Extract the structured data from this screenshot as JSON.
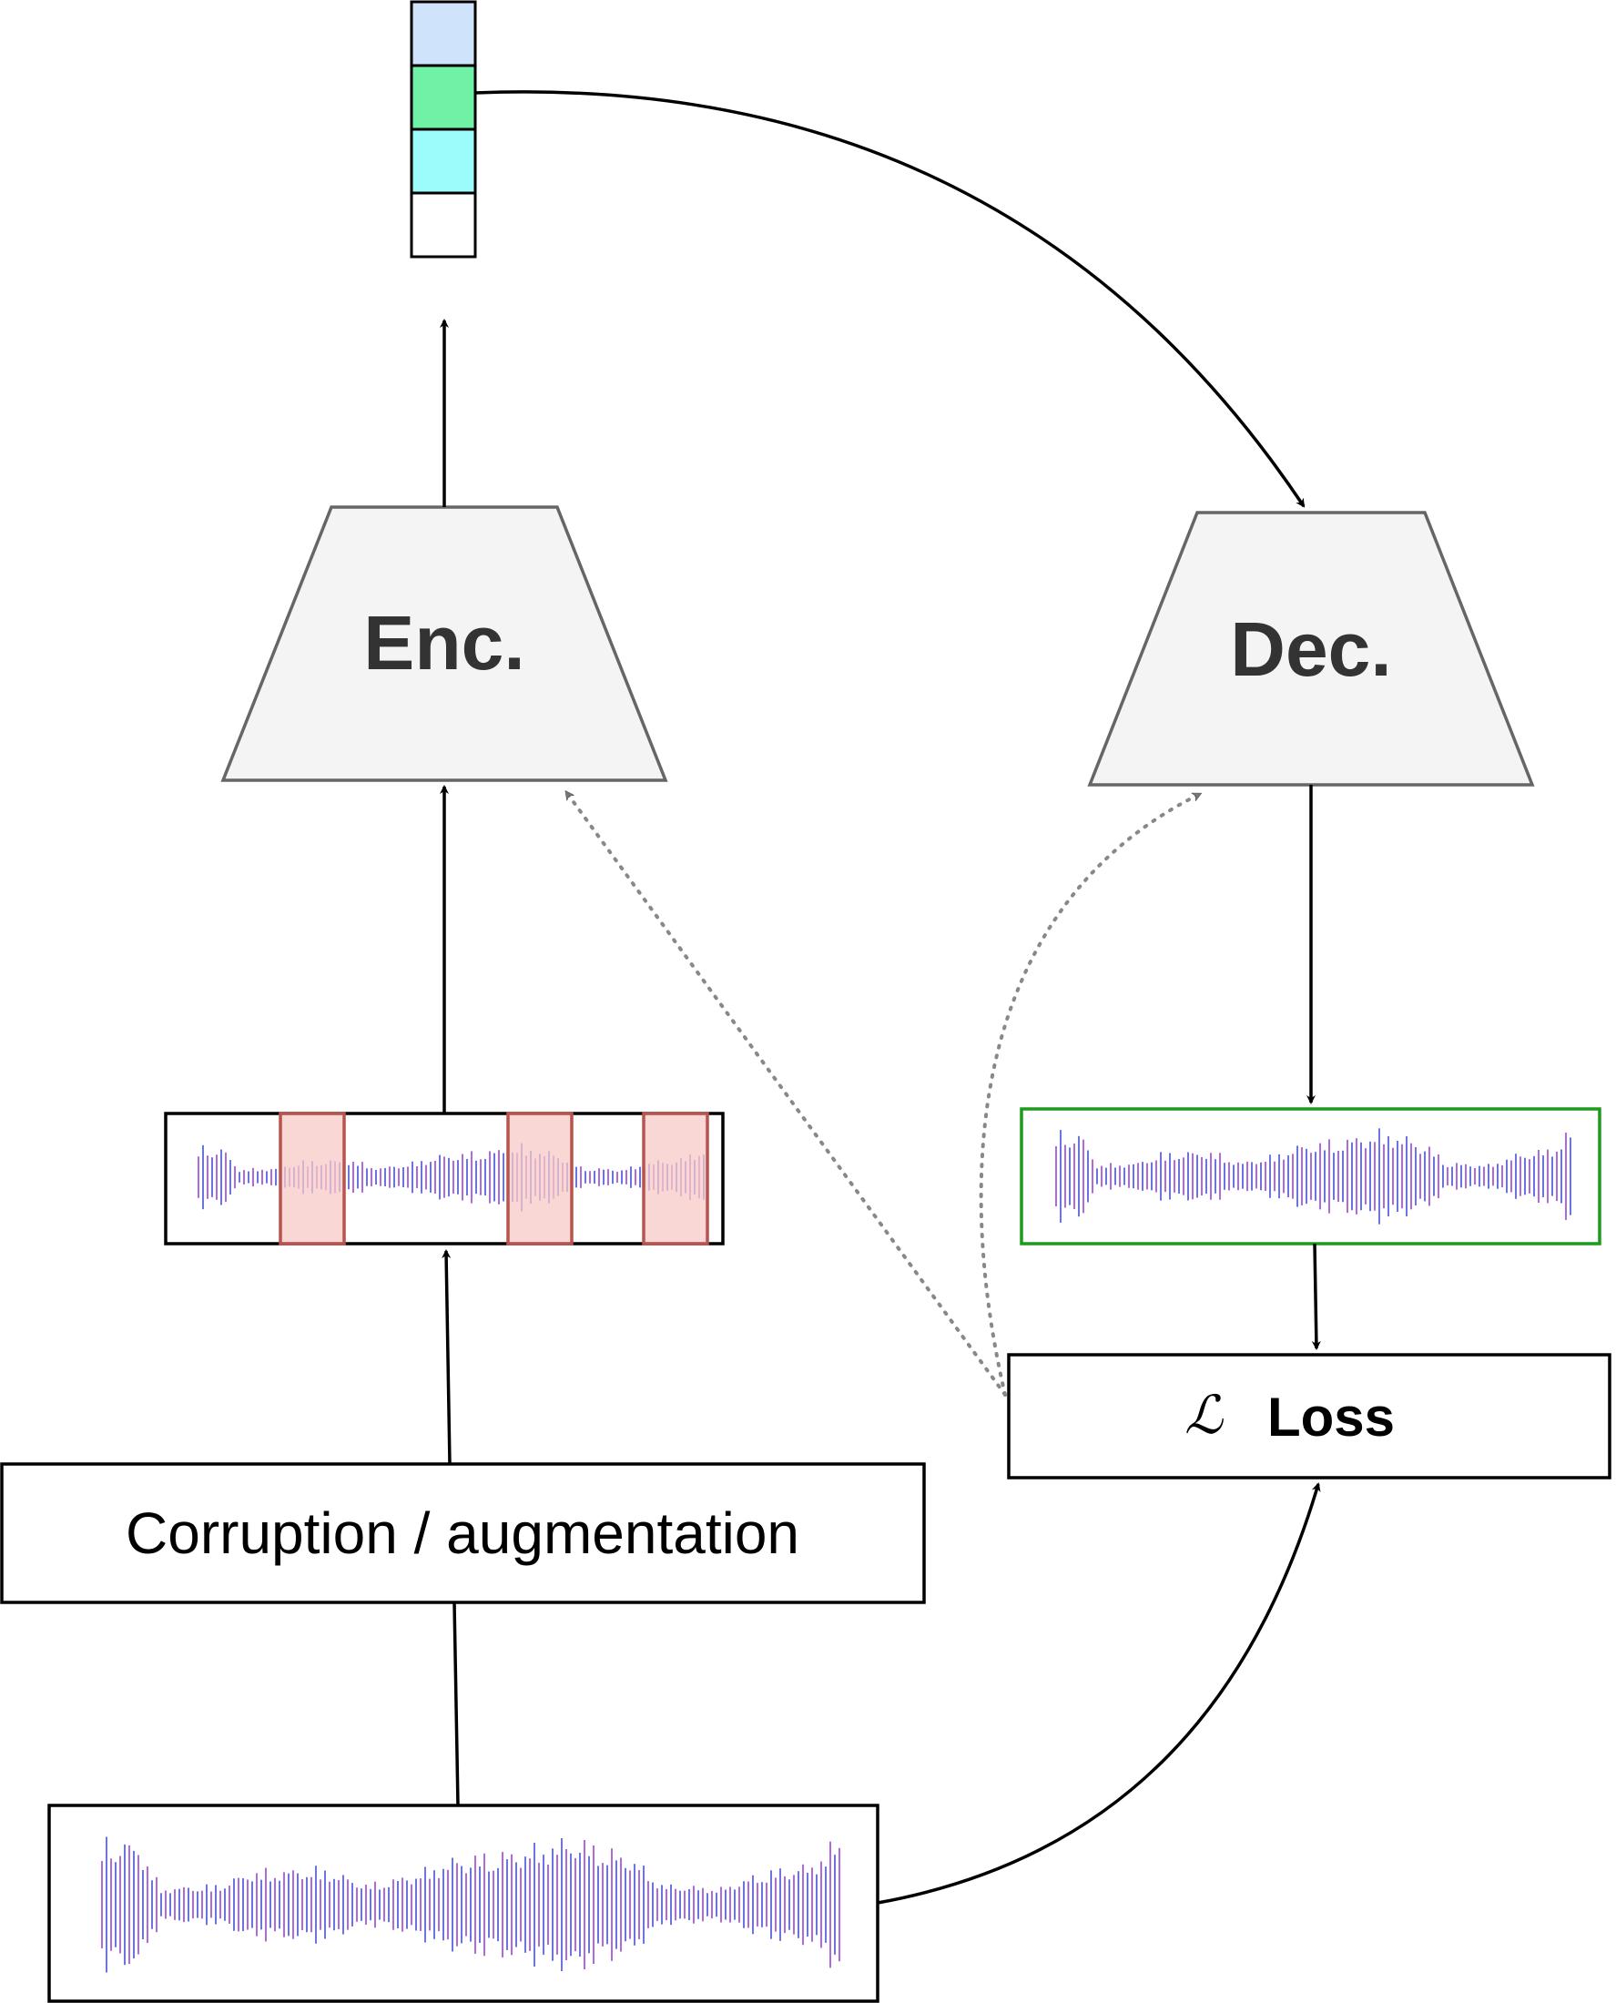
{
  "blocks": {
    "encoder_label": "Enc.",
    "decoder_label": "Dec."
  },
  "corruption": {
    "label": "Corruption / augmentation"
  },
  "loss": {
    "symbol": "ℒ",
    "label": "Loss"
  },
  "embedding": {
    "cell_colors": [
      "#cfe3fb",
      "#6ff1a6",
      "#9cfcfc",
      "#ffffff"
    ]
  },
  "colors": {
    "waveform_start": "#b06ae0",
    "waveform_end": "#6c74dd",
    "block_fill": "#f4f4f4",
    "block_stroke": "#666666",
    "mask_fill": "#f7c9c6",
    "mask_stroke": "#b85450",
    "reconstruction_border": "#1c9a1c"
  },
  "icons": {
    "waveform": "waveform-icon",
    "arrow": "arrow-head"
  }
}
